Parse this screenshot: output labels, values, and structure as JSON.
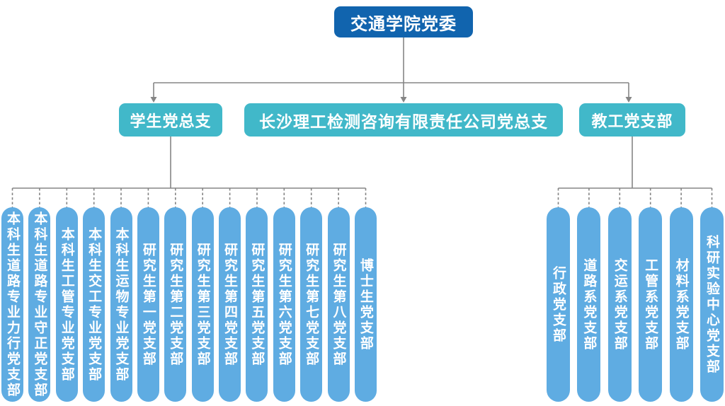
{
  "root": {
    "label": "交通学院党委"
  },
  "level2": [
    {
      "label": "学生党总支"
    },
    {
      "label": "长沙理工检测咨询有限责任公司党总支"
    },
    {
      "label": "教工党支部"
    }
  ],
  "student_branches": [
    "本科生道路专业力行党支部",
    "本科生道路专业守正党支部",
    "本科生工管专业党支部",
    "本科生交工专业党支部",
    "本科生运物专业党支部",
    "研究生第一党支部",
    "研究生第二党支部",
    "研究生第三党支部",
    "研究生第四党支部",
    "研究生第五党支部",
    "研究生第六党支部",
    "研究生第七党支部",
    "研究生第八党支部",
    "博士生党支部"
  ],
  "staff_branches": [
    "行政党支部",
    "道路系党支部",
    "交运系党支部",
    "工管系党支部",
    "材料系党支部",
    "科研实验中心党支部"
  ],
  "colors": {
    "root_bg": "#1164ae",
    "level2_bg": "#41b8c9",
    "branch_bg": "#5face2",
    "line": "#858585",
    "text": "#ffffff"
  }
}
